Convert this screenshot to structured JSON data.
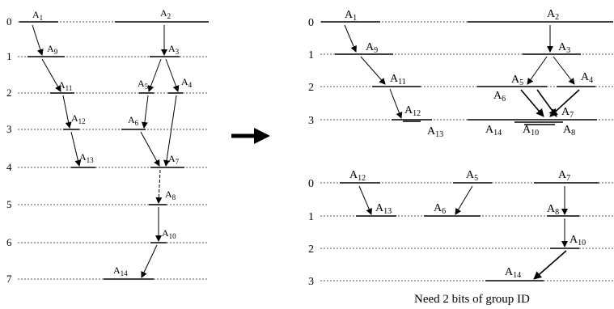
{
  "panel_left": {
    "levels": [
      "0",
      "1",
      "2",
      "3",
      "4",
      "5",
      "6",
      "7"
    ],
    "nodes": {
      "A1": {
        "base": "A",
        "sub": "1"
      },
      "A2": {
        "base": "A",
        "sub": "2"
      },
      "A9": {
        "base": "A",
        "sub": "9"
      },
      "A3": {
        "base": "A",
        "sub": "3"
      },
      "A11": {
        "base": "A",
        "sub": "11"
      },
      "A5": {
        "base": "A",
        "sub": "5"
      },
      "A4": {
        "base": "A",
        "sub": "4"
      },
      "A12": {
        "base": "A",
        "sub": "12"
      },
      "A6": {
        "base": "A",
        "sub": "6"
      },
      "A13": {
        "base": "A",
        "sub": "13"
      },
      "A7": {
        "base": "A",
        "sub": "7"
      },
      "A8": {
        "base": "A",
        "sub": "8"
      },
      "A10": {
        "base": "A",
        "sub": "10"
      },
      "A14": {
        "base": "A",
        "sub": "14"
      }
    }
  },
  "panel_right_top": {
    "levels": [
      "0",
      "1",
      "2",
      "3"
    ],
    "nodes": {
      "A1": {
        "base": "A",
        "sub": "1"
      },
      "A2": {
        "base": "A",
        "sub": "2"
      },
      "A9": {
        "base": "A",
        "sub": "9"
      },
      "A3": {
        "base": "A",
        "sub": "3"
      },
      "A11": {
        "base": "A",
        "sub": "11"
      },
      "A5": {
        "base": "A",
        "sub": "5"
      },
      "A4": {
        "base": "A",
        "sub": "4"
      },
      "A6": {
        "base": "A",
        "sub": "6"
      },
      "A12": {
        "base": "A",
        "sub": "12"
      },
      "A7": {
        "base": "A",
        "sub": "7"
      },
      "A13": {
        "base": "A",
        "sub": "13"
      },
      "A14": {
        "base": "A",
        "sub": "14"
      },
      "A10": {
        "base": "A",
        "sub": "10"
      },
      "A8": {
        "base": "A",
        "sub": "8"
      }
    }
  },
  "panel_right_bottom": {
    "levels": [
      "0",
      "1",
      "2",
      "3"
    ],
    "nodes": {
      "A12": {
        "base": "A",
        "sub": "12"
      },
      "A5": {
        "base": "A",
        "sub": "5"
      },
      "A7": {
        "base": "A",
        "sub": "7"
      },
      "A13": {
        "base": "A",
        "sub": "13"
      },
      "A6": {
        "base": "A",
        "sub": "6"
      },
      "A8": {
        "base": "A",
        "sub": "8"
      },
      "A10": {
        "base": "A",
        "sub": "10"
      },
      "A14": {
        "base": "A",
        "sub": "14"
      }
    }
  },
  "caption": "Need 2 bits of group ID",
  "transition_icon": "right-arrow-icon"
}
